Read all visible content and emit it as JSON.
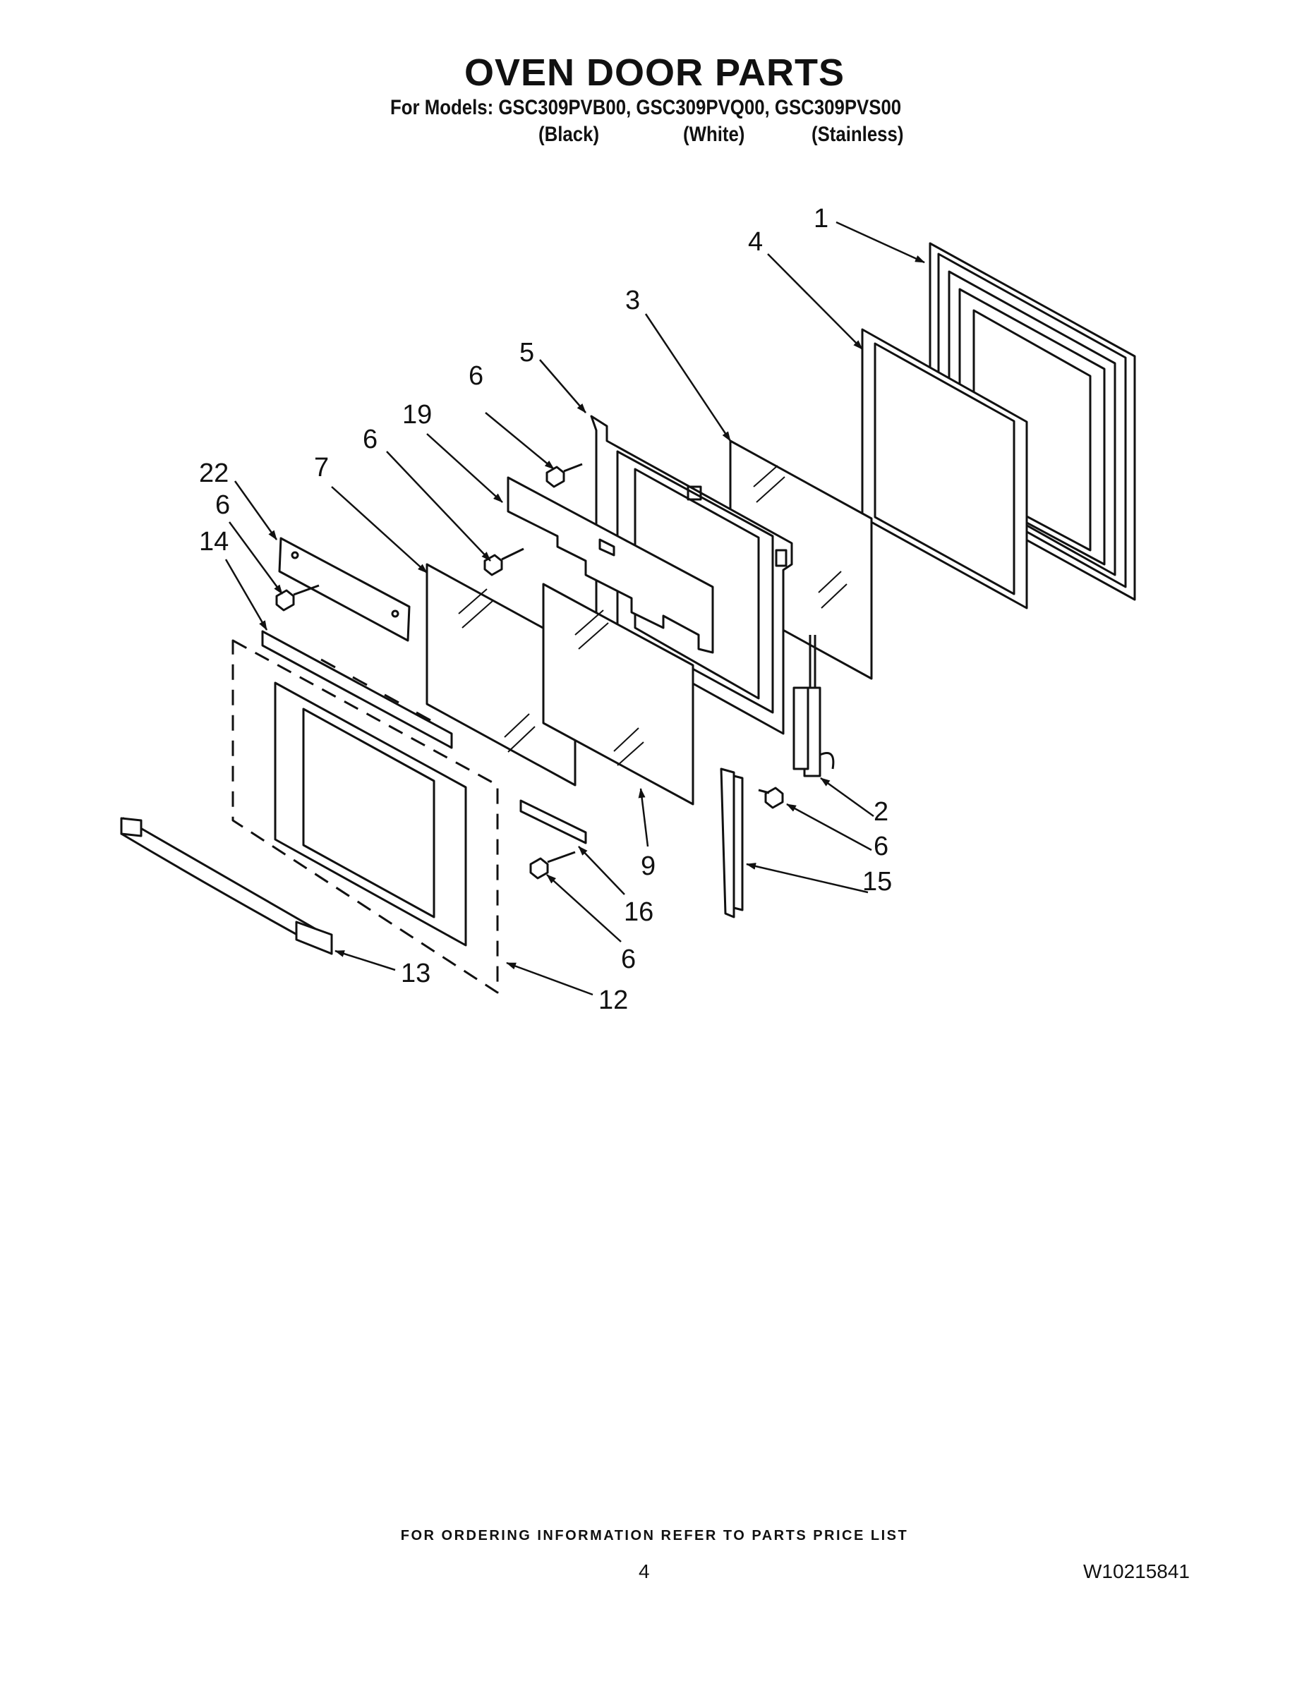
{
  "header": {
    "title": "OVEN DOOR PARTS",
    "models_line": "For Models: GSC309PVB00, GSC309PVQ00, GSC309PVS00",
    "color_1": "(Black)",
    "color_2": "(White)",
    "color_3": "(Stainless)"
  },
  "callouts": {
    "c1": "1",
    "c2": "2",
    "c3": "3",
    "c4": "4",
    "c5": "5",
    "c6a": "6",
    "c6b": "6",
    "c6c": "6",
    "c6d": "6",
    "c6e": "6",
    "c7": "7",
    "c9": "9",
    "c12": "12",
    "c13": "13",
    "c14": "14",
    "c15": "15",
    "c16": "16",
    "c19": "19",
    "c22": "22"
  },
  "footer": {
    "ordering_info": "FOR ORDERING INFORMATION REFER TO PARTS PRICE LIST",
    "page_number": "4",
    "document_number": "W10215841"
  }
}
